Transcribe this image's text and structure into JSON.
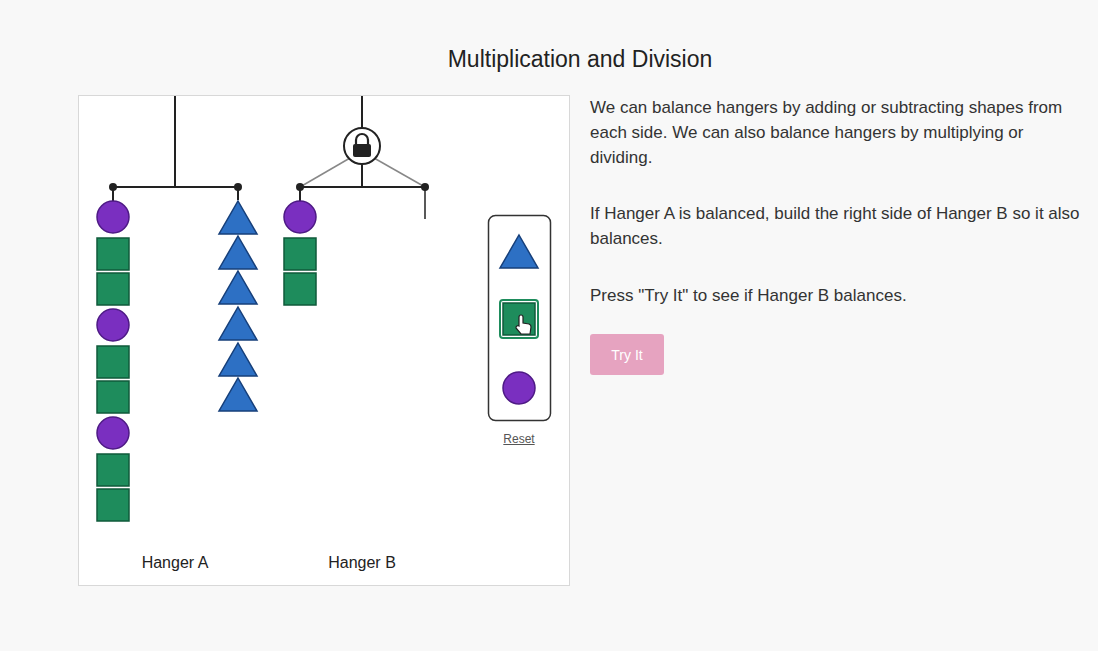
{
  "diagram": {
    "title": "Multiplication and Division",
    "nodes": [
      {
        "text": [
          "Hanger A",
          "Hanger B"
        ]
      },
      {
        "text": [
          "Try It"
        ]
      }
    ],
    "labels": [
      "We can balance hangers by adding or subtracting shapes from each side. We can also balance hangers by multiplying or dividing.",
      "If Hanger A is balanced, build the right side of Hanger B so it also balances.",
      "Press \"Try It\" to see if Hanger B balances.",
      "Reset"
    ]
  }
}
